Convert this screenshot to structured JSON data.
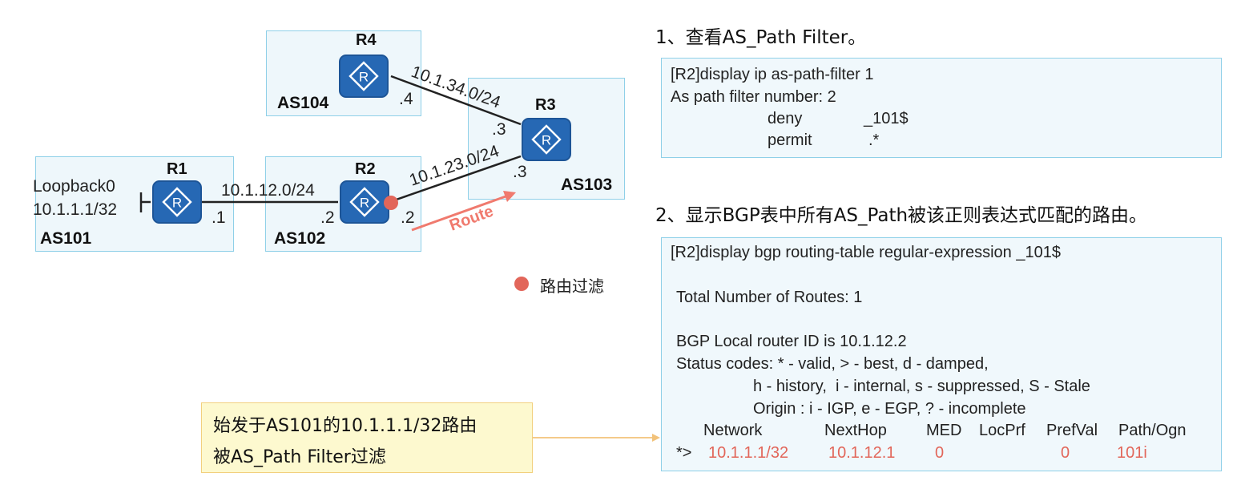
{
  "topology": {
    "as_boxes": [
      {
        "id": "as104",
        "label": "AS104"
      },
      {
        "id": "as103",
        "label": "AS103"
      },
      {
        "id": "as101",
        "label": "AS101"
      },
      {
        "id": "as102",
        "label": "AS102"
      }
    ],
    "routers": [
      {
        "id": "r1",
        "label": "R1"
      },
      {
        "id": "r2",
        "label": "R2"
      },
      {
        "id": "r3",
        "label": "R3"
      },
      {
        "id": "r4",
        "label": "R4"
      }
    ],
    "links": {
      "r1_r2": {
        "subnet": "10.1.12.0/24",
        "r1_end": ".1",
        "r2_end": ".2"
      },
      "r2_r3": {
        "subnet": "10.1.23.0/24",
        "r2_end": ".2",
        "r3_end": ".3"
      },
      "r4_r3": {
        "subnet": "10.1.34.0/24",
        "r4_end": ".4",
        "r3_end": ".3"
      }
    },
    "loopback": {
      "name": "Loopback0",
      "address": "10.1.1.1/32"
    },
    "route_arrow_label": "Route",
    "route_arrow_color": "#f07a6e",
    "filter_dot_color": "#e2665a",
    "legend": {
      "label": "路由过滤"
    }
  },
  "section1": {
    "title": "1、查看AS_Path Filter。",
    "lines": [
      "[R2]display ip as-path-filter 1",
      "As path filter number: 2",
      "deny",
      "_101$",
      "permit",
      ".*"
    ]
  },
  "section2": {
    "title": "2、显示BGP表中所有AS_Path被该正则表达式匹配的路由。",
    "lines": [
      "[R2]display bgp routing-table regular-expression _101$",
      "Total Number of Routes: 1",
      "BGP Local router ID is 10.1.12.2",
      "Status codes: * - valid, > - best, d - damped,",
      "h - history,  i - internal, s - suppressed, S - Stale",
      "Origin : i - IGP, e - EGP, ? - incomplete"
    ],
    "table": {
      "headers": [
        "Network",
        "NextHop",
        "MED",
        "LocPrf",
        "PrefVal",
        "Path/Ogn"
      ],
      "rows": [
        {
          "flag": "*>",
          "network": "10.1.1.1/32",
          "nexthop": "10.1.12.1",
          "med": "0",
          "locprf": "",
          "prefval": "0",
          "path": "101i"
        }
      ]
    }
  },
  "callout": {
    "line1": "始发于AS101的10.1.1.1/32路由",
    "line2": "被AS_Path Filter过滤"
  },
  "colors": {
    "highlight": "#e2665a",
    "box_border": "#8fd0e8",
    "router_blue": "#2668b4",
    "callout_bg": "#fdf9cf"
  }
}
